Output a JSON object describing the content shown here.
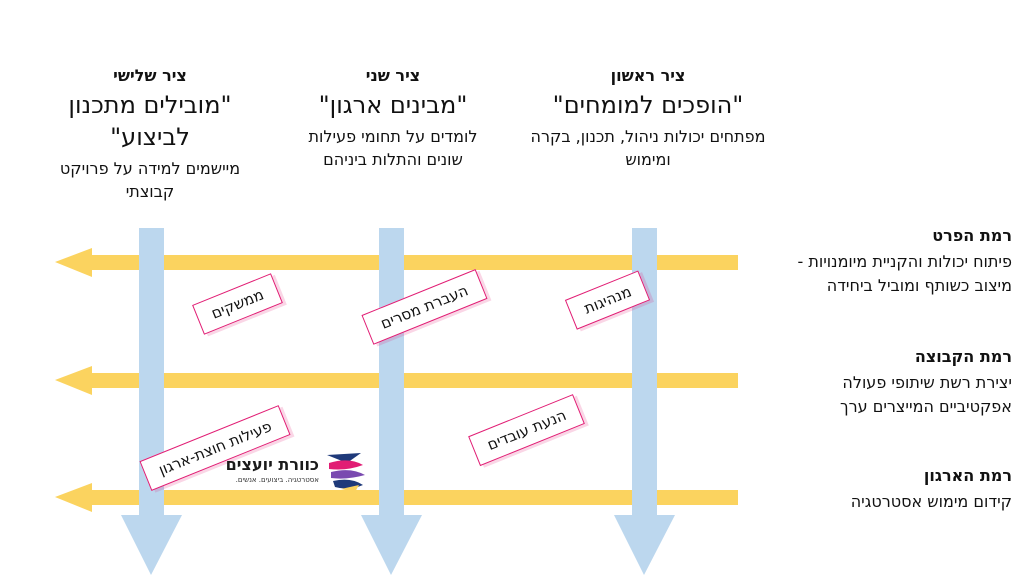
{
  "axes": [
    {
      "id": "third",
      "title": "ציר שלישי",
      "headline": "\"מובילים מתכנון לביצוע\"",
      "desc": "מיישמים למידה על פרויקט קבוצתי"
    },
    {
      "id": "second",
      "title": "ציר שני",
      "headline": "\"מבינים ארגון\"",
      "desc": "לומדים על תחומי פעילות שונים והתלות ביניהם"
    },
    {
      "id": "first",
      "title": "ציר ראשון",
      "headline": "\"הופכים למומחים\"",
      "desc": "מפתחים יכולות ניהול, תכנון, בקרה ומימוש"
    }
  ],
  "levels": [
    {
      "title": "רמת הפרט",
      "desc": "פיתוח יכולות והקניית מיומנויות - מיצוב כשותף ומוביל ביחידה"
    },
    {
      "title": "רמת הקבוצה",
      "desc": "יצירת רשת שיתופי פעולה אפקטיביים המייצרים ערך"
    },
    {
      "title": "רמת הארגון",
      "desc": "קידום מימוש אסטרטגיה"
    }
  ],
  "cards": {
    "c1": "ממשקים",
    "c2": "העברת מסרים",
    "c3": "מנהיגות",
    "c4": "פעילות חוצת-ארגון",
    "c5": "הנעת עובדים"
  },
  "logo": {
    "name": "כוורת יועצים",
    "tagline": "אסטרטגיה. ביצועים. אנשים."
  },
  "colors": {
    "horizontal": "#fbd35f",
    "vertical": "#bcd7ee",
    "card_border": "#e11d74"
  }
}
